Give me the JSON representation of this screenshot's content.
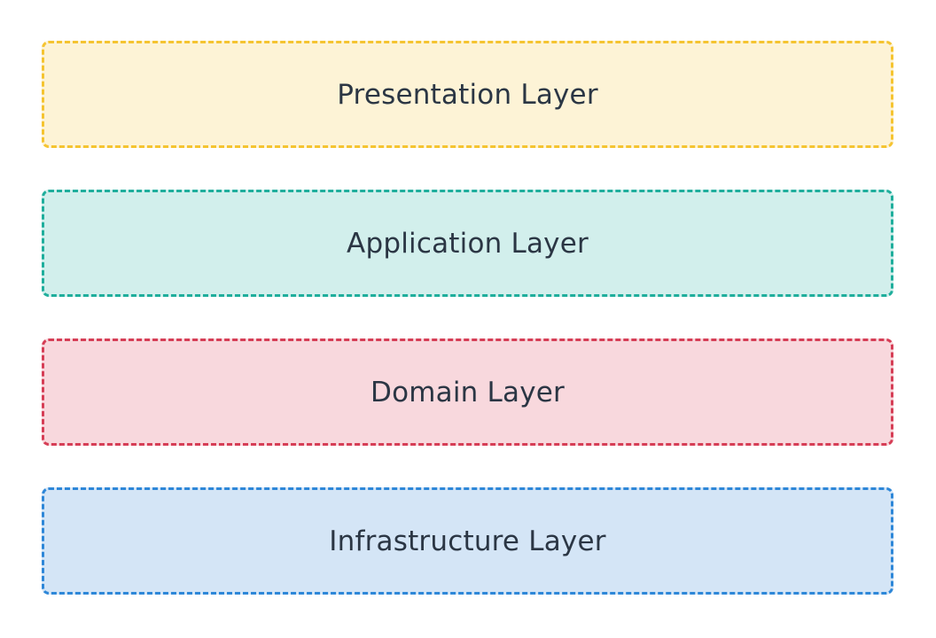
{
  "layers": [
    {
      "label": "Presentation Layer",
      "border_color": "#f5c431",
      "fill_color": "#fdf3d6"
    },
    {
      "label": "Application Layer",
      "border_color": "#1fae9c",
      "fill_color": "#d2efec"
    },
    {
      "label": "Domain Layer",
      "border_color": "#d63e56",
      "fill_color": "#f8d8dd"
    },
    {
      "label": "Infrastructure Layer",
      "border_color": "#2e87d8",
      "fill_color": "#d4e5f6"
    }
  ]
}
